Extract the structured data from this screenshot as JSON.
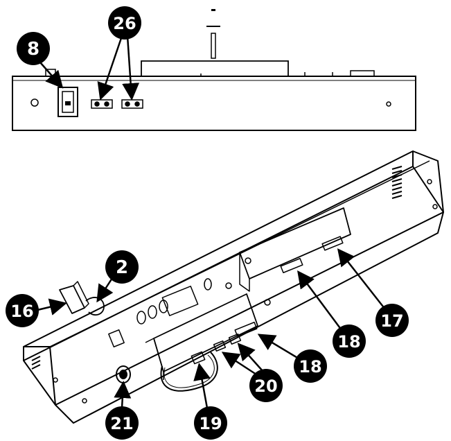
{
  "callouts": {
    "c8": {
      "label": "8"
    },
    "c26": {
      "label": "26"
    },
    "c2": {
      "label": "2"
    },
    "c16": {
      "label": "16"
    },
    "c17": {
      "label": "17"
    },
    "c18a": {
      "label": "18"
    },
    "c18b": {
      "label": "18"
    },
    "c20": {
      "label": "20"
    },
    "c19": {
      "label": "19"
    },
    "c21": {
      "label": "21"
    }
  },
  "colors": {
    "line": "#000000",
    "callout_fill": "#000000",
    "callout_text": "#ffffff",
    "background": "#ffffff"
  }
}
